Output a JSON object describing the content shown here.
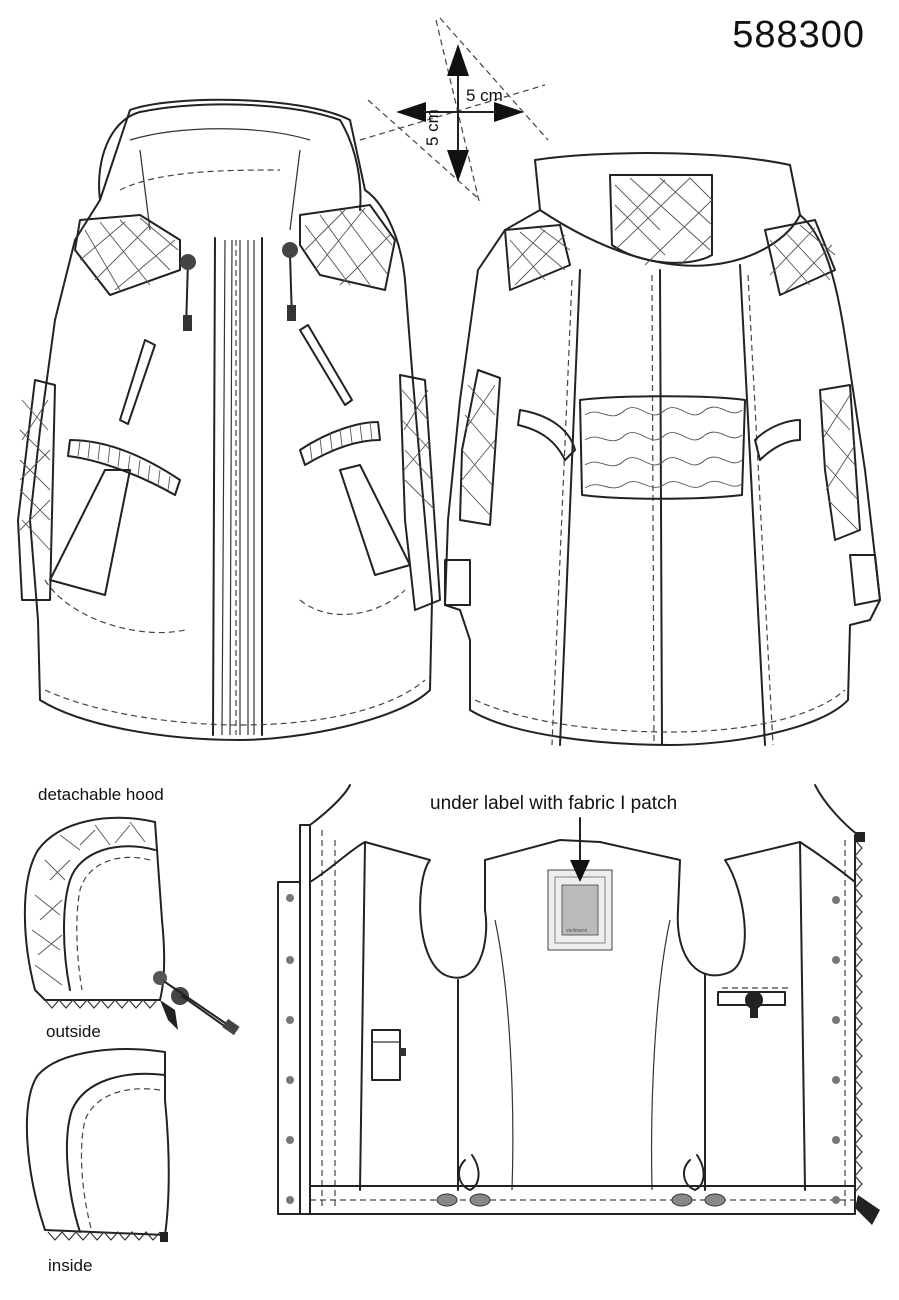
{
  "style_number": "588300",
  "dimension": {
    "horizontal": "5 cm",
    "vertical": "5 cm"
  },
  "hood": {
    "title": "detachable hood",
    "outside_label": "outside",
    "inside_label": "inside"
  },
  "lining": {
    "callout": "under label with fabric I patch",
    "patch_text": "steilmann"
  }
}
